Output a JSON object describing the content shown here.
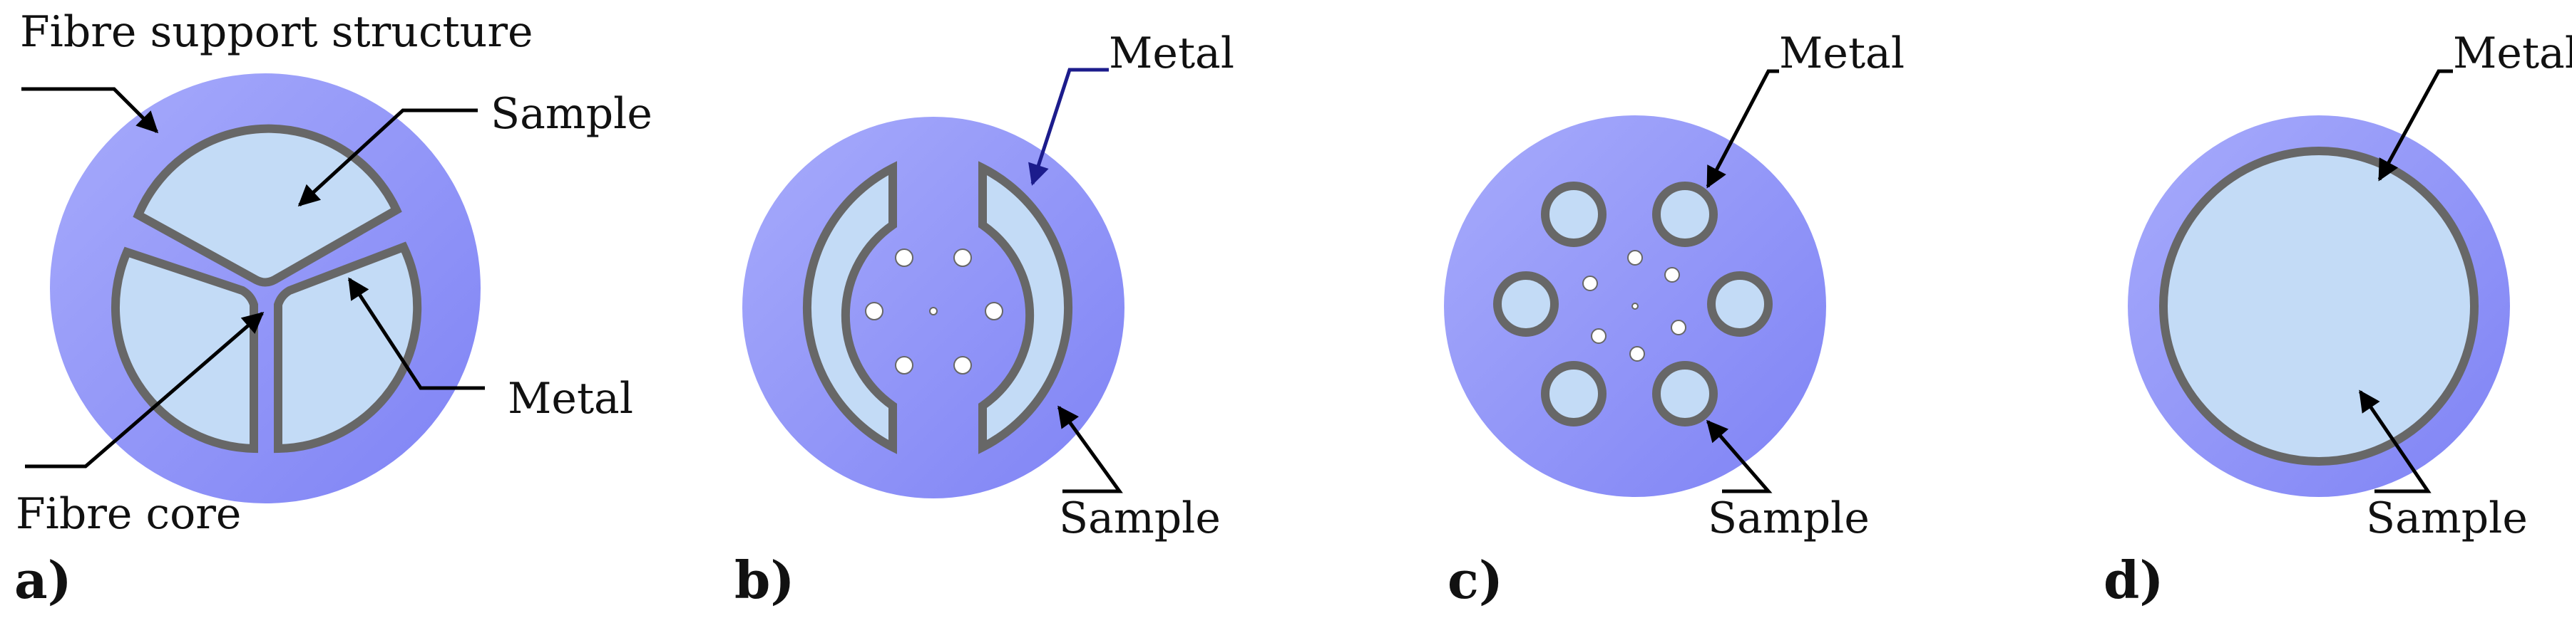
{
  "figure": {
    "panels": [
      {
        "id": "a",
        "panel_label": "a)",
        "labels": {
          "support": "Fibre support structure",
          "sample": "Sample",
          "metal": "Metal",
          "core": "Fibre core"
        }
      },
      {
        "id": "b",
        "panel_label": "b)",
        "labels": {
          "metal": "Metal",
          "sample": "Sample"
        }
      },
      {
        "id": "c",
        "panel_label": "c)",
        "labels": {
          "metal": "Metal",
          "sample": "Sample"
        }
      },
      {
        "id": "d",
        "panel_label": "d)",
        "labels": {
          "metal": "Metal",
          "sample": "Sample"
        }
      }
    ],
    "colors": {
      "fibre_gradient_start": "#a7abfb",
      "fibre_gradient_end": "#7f83f5",
      "sample_fill": "#c3dbf6",
      "metal_wall": "#676767",
      "hole_fill": "#ffffff",
      "leader_line": "#000000",
      "metal_arrow_b": "#1c1c8c"
    }
  }
}
